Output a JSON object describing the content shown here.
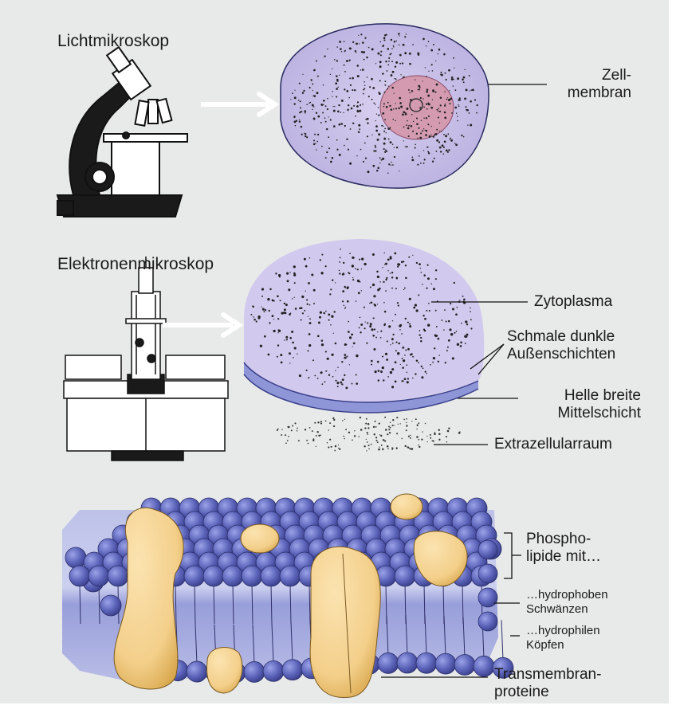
{
  "labels": {
    "lichtmikroskop": "Lichtmikroskop",
    "elektronenmikroskop": "Elektronenmikroskop",
    "zellmembran_1": "Zell-",
    "zellmembran_2": "membran",
    "zytoplasma": "Zytoplasma",
    "schmale_1": "Schmale dunkle",
    "schmale_2": "Außenschichten",
    "helle_1": "Helle breite",
    "helle_2": "Mittelschicht",
    "extrazellular": "Extrazellularraum",
    "phospho_1": "Phospho-",
    "phospho_2": "lipide mit…",
    "hydrophob_1": "…hydrophoben",
    "hydrophob_2": "Schwänzen",
    "hydrophil_1": "…hydrophilen",
    "hydrophil_2": "Köpfen",
    "trans_1": "Transmembran-",
    "trans_2": "proteine"
  },
  "colors": {
    "background": "#e8eaea",
    "cytoplasm": "#c9c0e8",
    "nucleus": "#d49bb0",
    "membrane_layer": "#8f96d8",
    "phospholipid_head": "#5a62b8",
    "protein": "#f3cf8a",
    "protein_shadow": "#d9a84e",
    "arrow": "#ffffff"
  },
  "icons": [
    "light-microscope-icon",
    "electron-microscope-icon"
  ]
}
